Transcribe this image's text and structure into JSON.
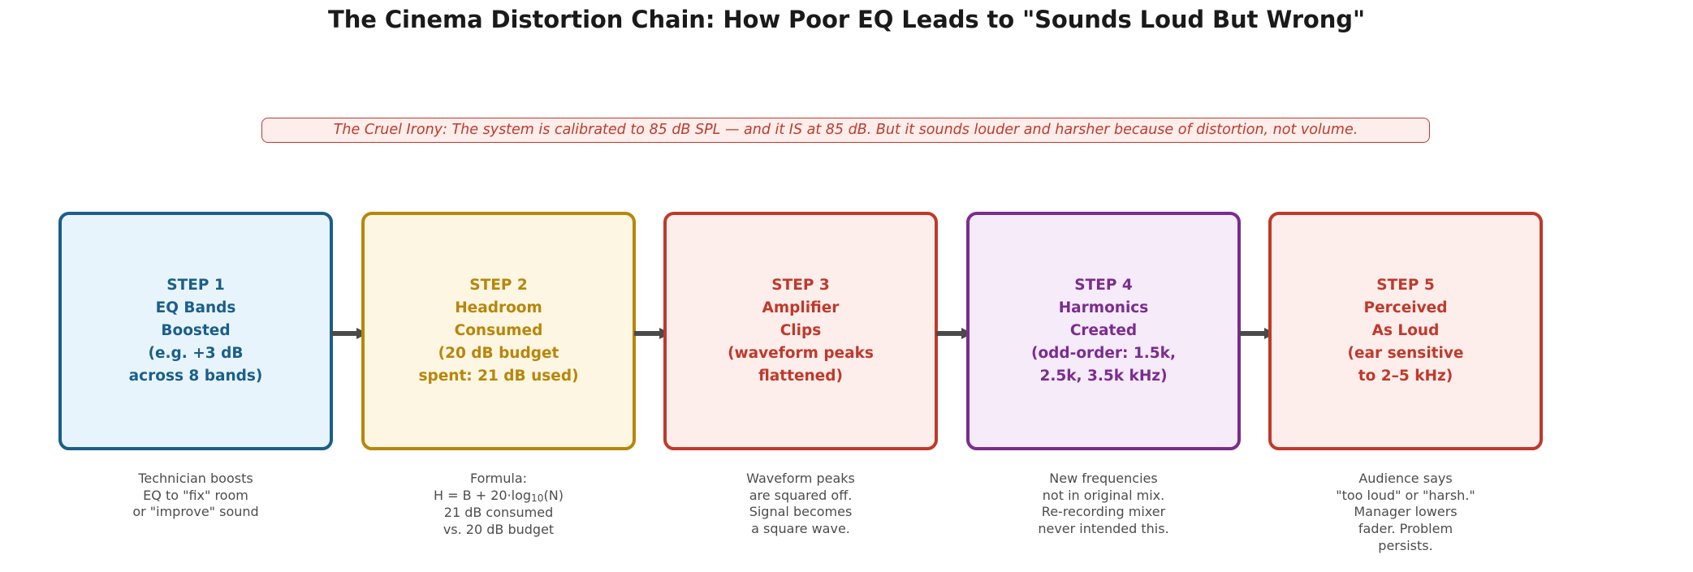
{
  "title": "The Cinema Distortion Chain: How Poor EQ Leads to \"Sounds Loud But Wrong\"",
  "banner": {
    "text": "The Cruel Irony: The system is calibrated to 85 dB SPL — and it IS at 85 dB. But it sounds louder and harsher because of distortion, not volume.",
    "border_color": "#c0392b",
    "fill_color": "#fdeeec",
    "text_color": "#c0392b"
  },
  "arrow": {
    "color": "#4a4a4a",
    "count": 4,
    "glyph": "right-arrow"
  },
  "steps": [
    {
      "id": "step-1",
      "label": "STEP 1\nEQ Bands\nBoosted\n(e.g. +3 dB\nacross 8 bands)",
      "caption": "Technician boosts\nEQ to \"fix\" room\nor \"improve\" sound",
      "border_color": "#1a5f8a",
      "fill_color": "#e8f4fb",
      "text_color": "#1a5f8a"
    },
    {
      "id": "step-2",
      "label": "STEP 2\nHeadroom\nConsumed\n(20 dB budget\nspent: 21 dB used)",
      "caption": "Formula:\nH = B + 20·log10(N)\n21 dB consumed\nvs. 20 dB budget",
      "caption_has_subscript": true,
      "border_color": "#b8860b",
      "fill_color": "#fdf6e3",
      "text_color": "#b8860b"
    },
    {
      "id": "step-3",
      "label": "STEP 3\nAmplifier\nClips\n(waveform peaks\nflattened)",
      "caption": "Waveform peaks\nare squared off.\nSignal becomes\na square wave.",
      "border_color": "#c0392b",
      "fill_color": "#fdeeec",
      "text_color": "#c0392b"
    },
    {
      "id": "step-4",
      "label": "STEP 4\nHarmonics\nCreated\n(odd-order: 1.5k,\n2.5k, 3.5k kHz)",
      "caption": "New frequencies\nnot in original mix.\nRe-recording mixer\nnever intended this.",
      "border_color": "#7b2d8e",
      "fill_color": "#f5ebf9",
      "text_color": "#7b2d8e"
    },
    {
      "id": "step-5",
      "label": "STEP 5\nPerceived\nAs Loud\n(ear sensitive\nto 2–5 kHz)",
      "caption": "Audience says\n\"too loud\" or \"harsh.\"\nManager lowers\nfader. Problem\npersists.",
      "border_color": "#c0392b",
      "fill_color": "#fdeeec",
      "text_color": "#c0392b"
    }
  ]
}
